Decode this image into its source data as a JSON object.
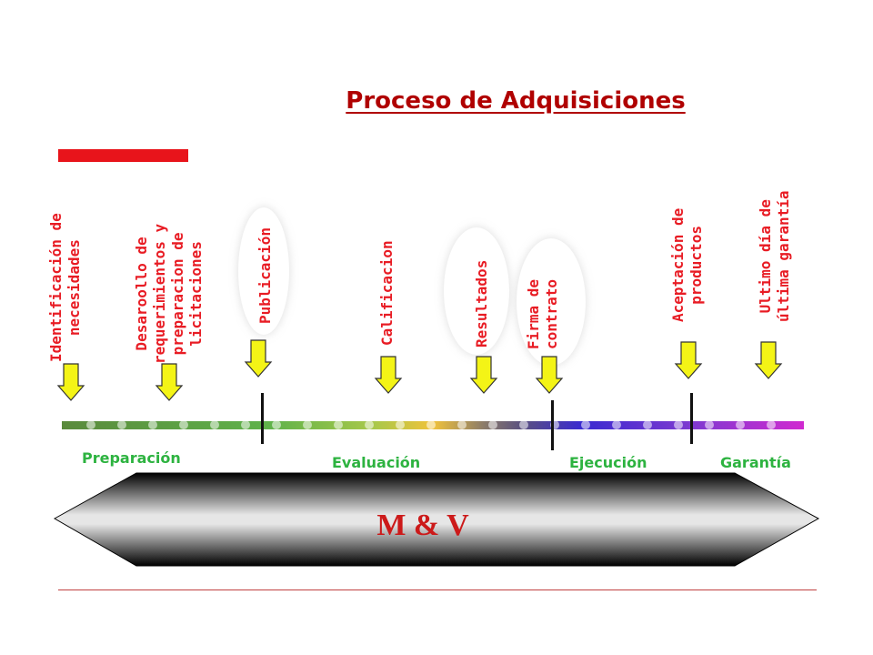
{
  "title": "Proceso de Adquisiciones",
  "milestones": [
    {
      "label": "Identificación de\nnecesidades"
    },
    {
      "label": "Desaroollo de\nrequerimientos y\npreparacion de\nlicitaciones"
    },
    {
      "label": "Publicación"
    },
    {
      "label": "Calificacion"
    },
    {
      "label": "Resultados"
    },
    {
      "label": "Firma de\ncontrato"
    },
    {
      "label": "Aceptación de\nproductos"
    },
    {
      "label": "Ultimo día de\núltima garantía"
    }
  ],
  "phases": {
    "preparacion": "Preparación",
    "evaluacion": "Evaluación",
    "ejecucion": "Ejecución",
    "garantia": "Garantía"
  },
  "banner": "M & V",
  "colors": {
    "title": "#b00000",
    "label": "#e81c24",
    "phase": "#2db340",
    "arrow": "#f4f416",
    "accent": "#e8141b"
  }
}
